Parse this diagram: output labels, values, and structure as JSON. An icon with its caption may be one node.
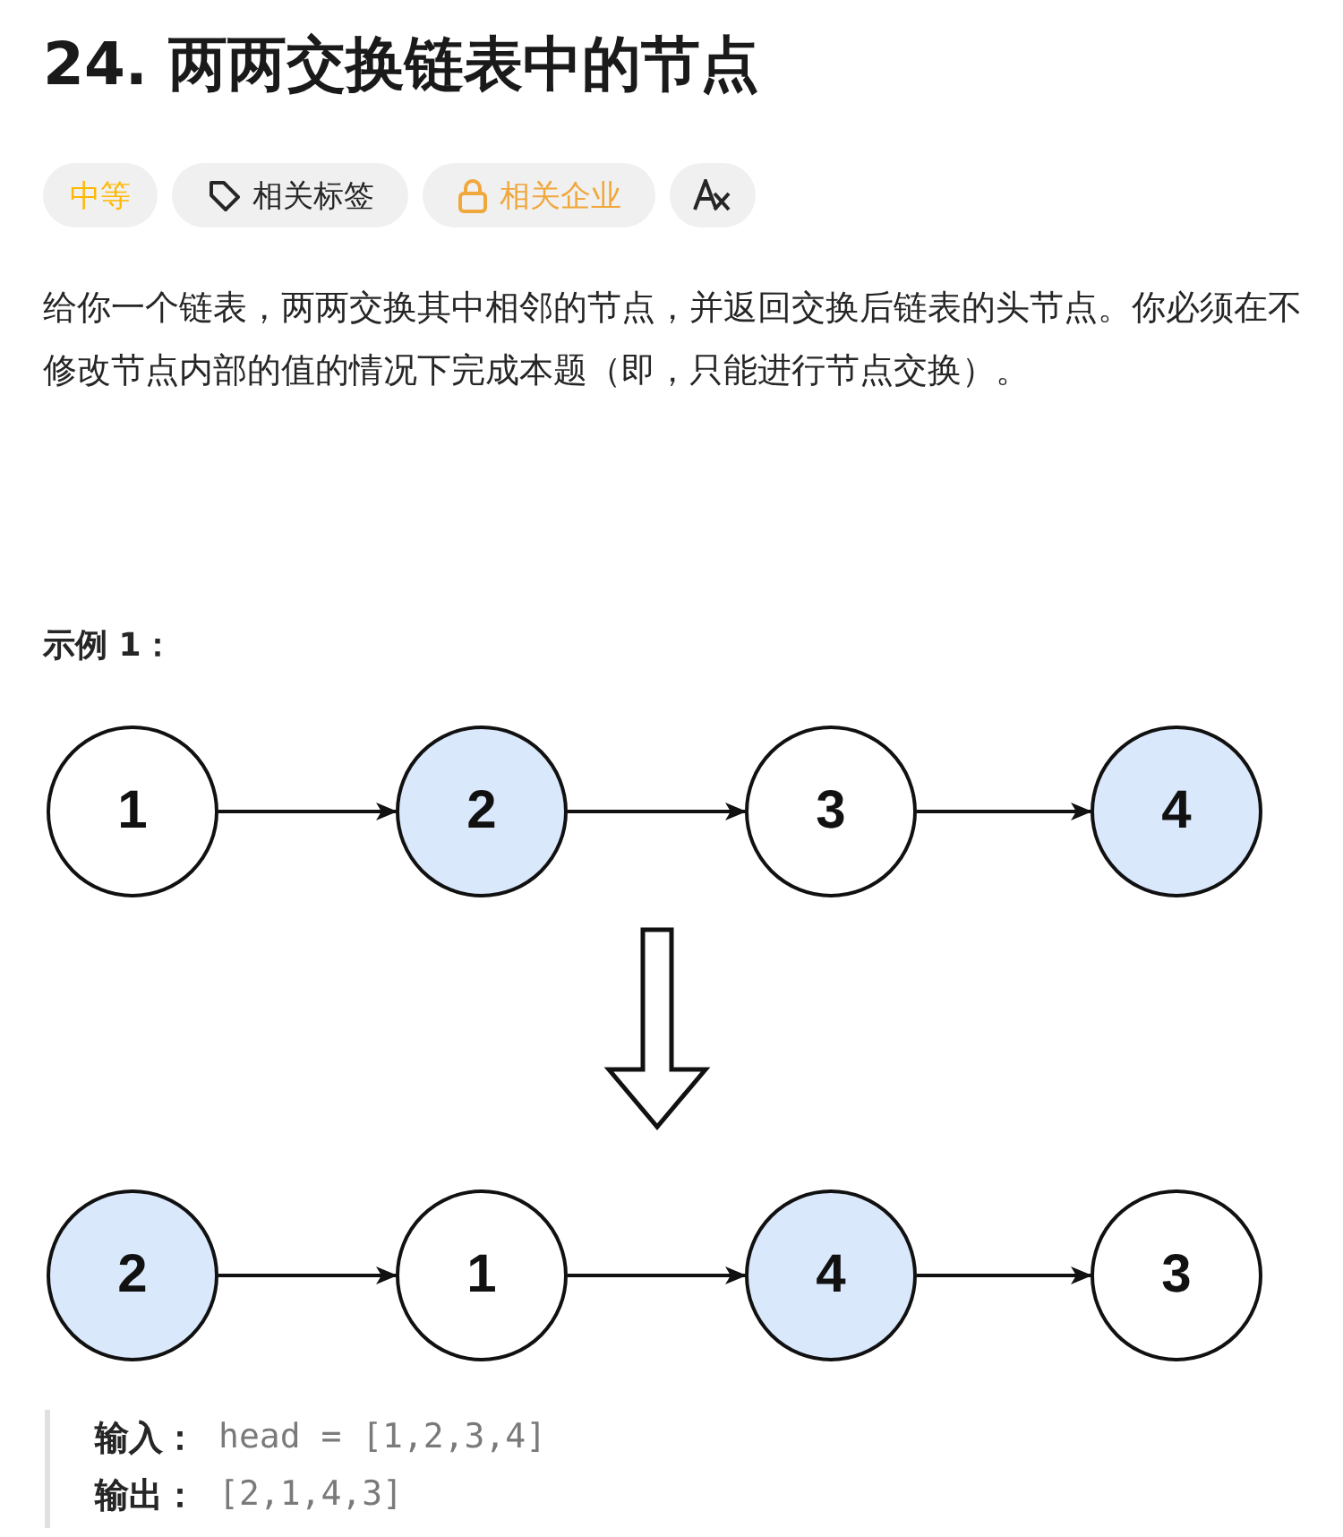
{
  "diagram": {
    "title": "24. 两两交换链表中的节点",
    "nodes": [
      {
        "text": [
          "1"
        ]
      },
      {
        "text": [
          "2"
        ]
      },
      {
        "text": [
          "3"
        ]
      },
      {
        "text": [
          "4"
        ]
      },
      {
        "text": [
          "2"
        ]
      },
      {
        "text": [
          "1"
        ]
      },
      {
        "text": [
          "4"
        ]
      },
      {
        "text": [
          "3"
        ]
      }
    ],
    "edges": [
      {
        "from": 0,
        "to": 1,
        "arrow": "to"
      },
      {
        "from": 1,
        "to": 2,
        "arrow": "to"
      },
      {
        "from": 2,
        "to": 3,
        "arrow": "to"
      },
      {
        "from": 4,
        "to": 5,
        "arrow": "to"
      },
      {
        "from": 5,
        "to": 6,
        "arrow": "to"
      },
      {
        "from": 6,
        "to": 7,
        "arrow": "to"
      }
    ],
    "labels": [
      "中等",
      "相关标签",
      "相关企业",
      "给你一个链表，两两交换其中相邻的节点，并返回交换后链表的头节点。你必须在不修改节点内部的值的情况下完成本题（即，只能进行节点交换）。",
      "示例 1：",
      "输入：",
      "head = [1,2,3,4]",
      "输出：",
      "[2,1,4,3]"
    ]
  }
}
